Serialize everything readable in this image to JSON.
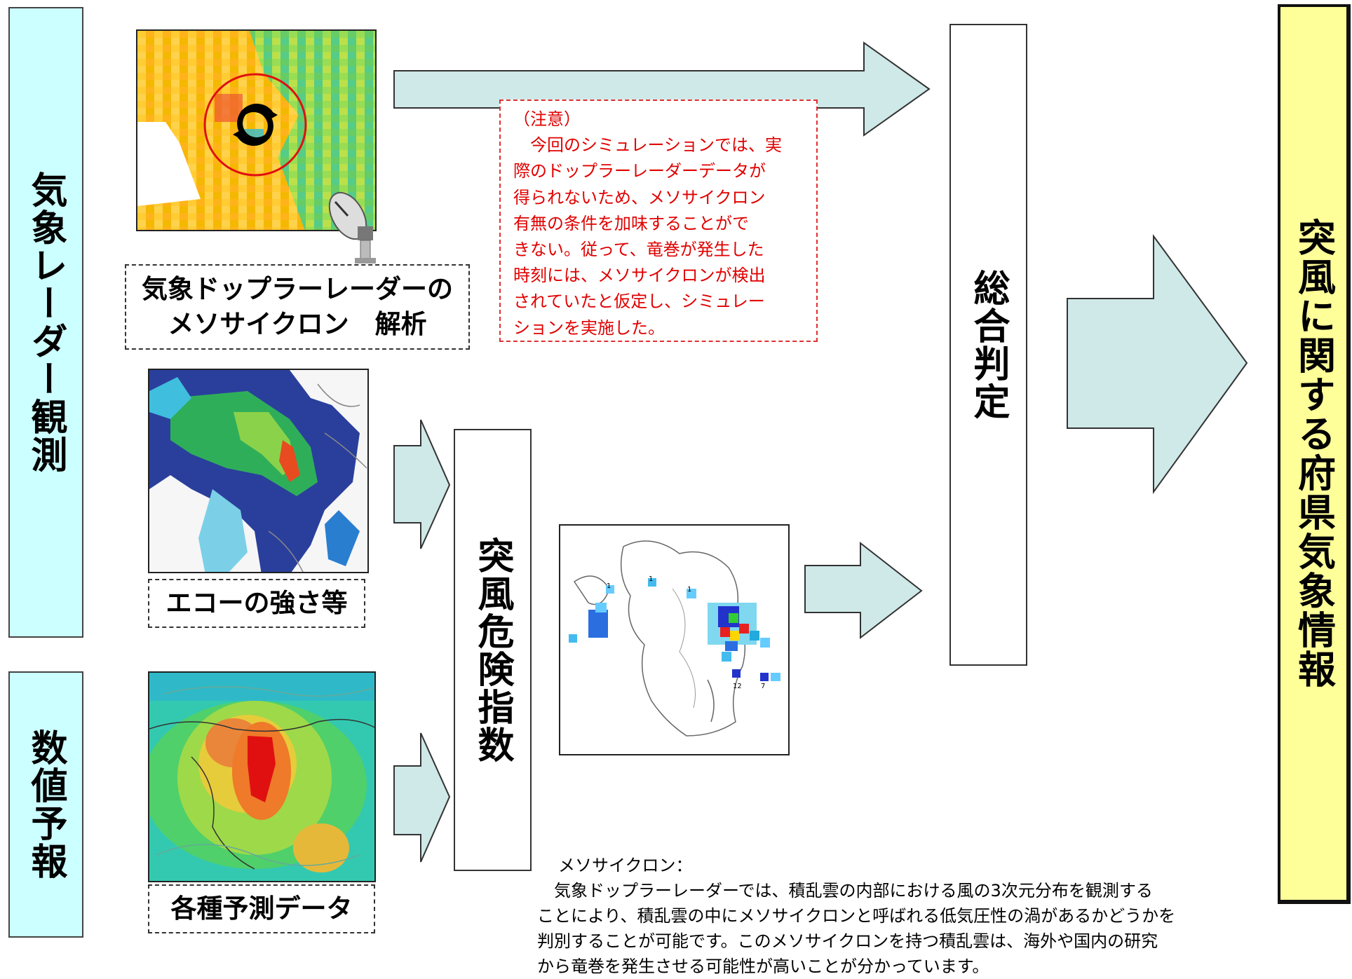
{
  "left_labels": {
    "radar": "気象レーダー観測",
    "nwp": "数値予報"
  },
  "captions": {
    "doppler": [
      "気象ドップラーレーダーの",
      "メソサイクロン　解析"
    ],
    "echo": "エコーの強さ等",
    "forecast": "各種予測データ"
  },
  "center_box": "突風危険指数",
  "judge_box": "総合判定",
  "result_box": "突風に関する府県気象情報",
  "note": {
    "lines": [
      "（注意）",
      "　今回のシミュレーションでは、実",
      "際のドップラーレーダーデータが",
      "得られないため、メソサイクロン",
      "有無の条件を加味することがで",
      "きない。従って、竜巻が発生した",
      "時刻には、メソサイクロンが検出",
      "されていたと仮定し、シミュレー",
      "ションを実施した。"
    ]
  },
  "definition": {
    "lines": [
      "メソサイクロン：",
      "　気象ドップラーレーダーでは、積乱雲の内部における風の3次元分布を観測する",
      "ことにより、積乱雲の中にメソサイクロンと呼ばれる低気圧性の渦があるかどうかを",
      "判別することが可能です。このメソサイクロンを持つ積乱雲は、海外や国内の研究",
      "から竜巻を発生させる可能性が高いことが分かっています。"
    ]
  },
  "map_labels": [
    "1",
    "1",
    "1",
    "12",
    "7"
  ],
  "colors": {
    "light_cyan": "#ccffff",
    "note_red": "#e00000",
    "arrow_fill": "#cfe8e8",
    "result_yellow": "#ffff99"
  }
}
